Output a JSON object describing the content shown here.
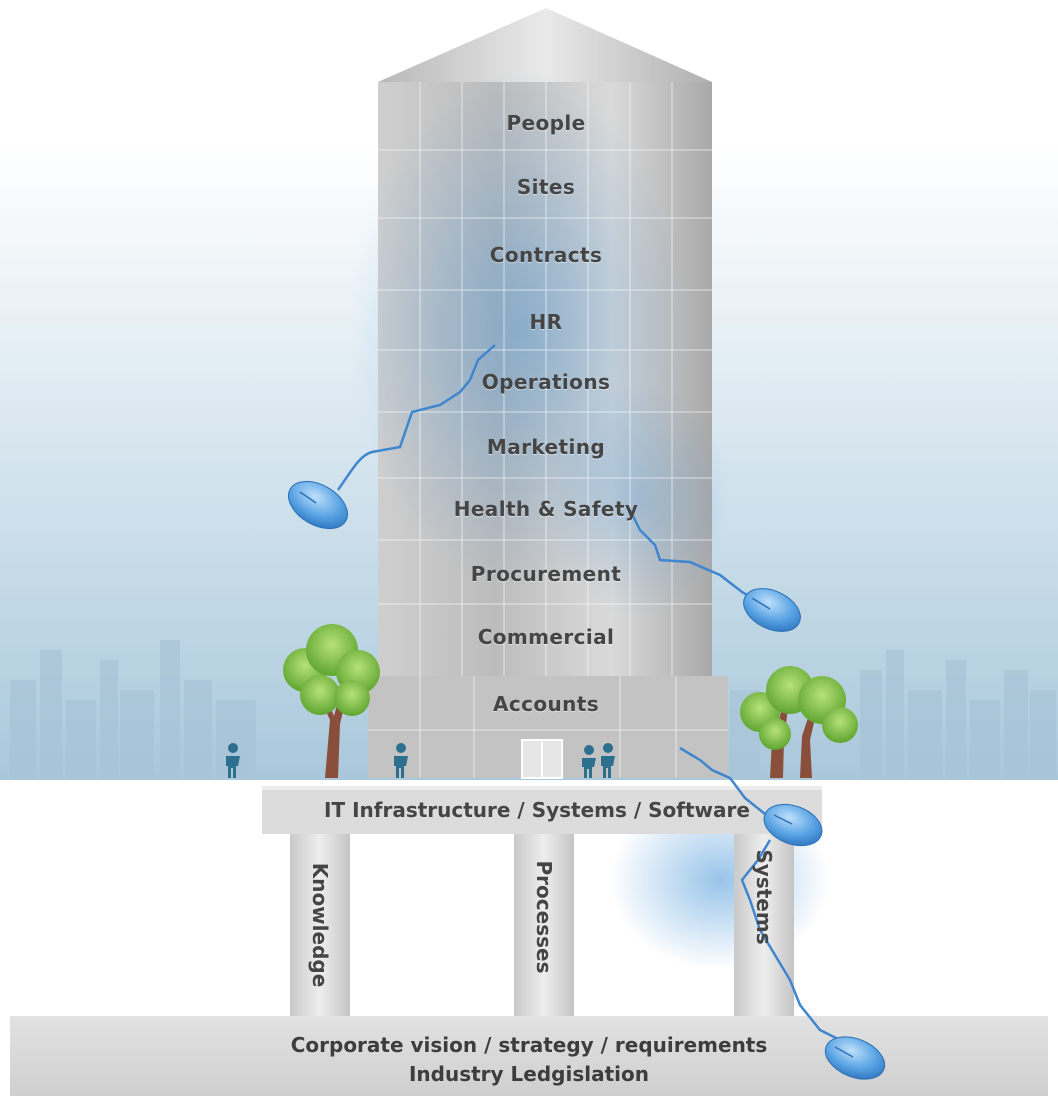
{
  "building": {
    "floors": [
      {
        "label": "People"
      },
      {
        "label": "Sites"
      },
      {
        "label": "Contracts"
      },
      {
        "label": "HR"
      },
      {
        "label": "Operations"
      },
      {
        "label": "Marketing"
      },
      {
        "label": "Health & Safety"
      },
      {
        "label": "Procurement"
      },
      {
        "label": "Commercial"
      },
      {
        "label": "Accounts"
      }
    ]
  },
  "platform": {
    "label": "IT Infrastructure / Systems / Software"
  },
  "pillars": [
    {
      "label": "Knowledge"
    },
    {
      "label": "Processes"
    },
    {
      "label": "Systems"
    }
  ],
  "base": {
    "line1": "Corporate vision / strategy / requirements",
    "line2": "Industry Ledgislation"
  },
  "colors": {
    "building": "#bdbdbd",
    "platform": "#d9d9d9",
    "sky_blue": "#a9c8db",
    "mouse_blue": "#4d93d9",
    "tree_green": "#7cc241",
    "text": "#454545"
  },
  "icons": [
    "computer-mouse-icon",
    "tree-icon",
    "person-icon",
    "door-icon",
    "city-skyline-icon"
  ]
}
